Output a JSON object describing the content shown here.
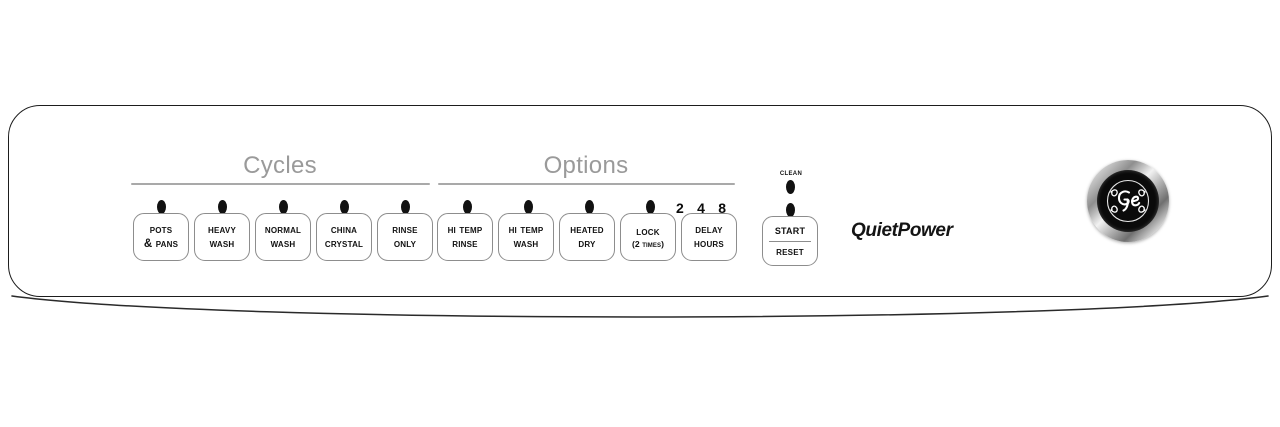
{
  "appliance": {
    "brand_badge": "ge-monogram",
    "wordmark": "QuietPower"
  },
  "sections": [
    {
      "id": "cycles",
      "label": "Cycles"
    },
    {
      "id": "options",
      "label": "Options"
    }
  ],
  "cycles": {
    "heading": "Cycles",
    "buttons": [
      {
        "id": "pots-pans",
        "line1": "Pots",
        "line2": "& Pans",
        "led": true
      },
      {
        "id": "heavy-wash",
        "line1": "Heavy",
        "line2": "Wash",
        "led": true
      },
      {
        "id": "normal-wash",
        "line1": "Normal",
        "line2": "Wash",
        "led": true
      },
      {
        "id": "china-crystal",
        "line1": "China",
        "line2": "Crystal",
        "led": true
      },
      {
        "id": "rinse-only",
        "line1": "Rinse",
        "line2": "Only",
        "led": true
      }
    ]
  },
  "options": {
    "heading": "Options",
    "buttons": [
      {
        "id": "hi-temp-rinse",
        "line1": "Hi Temp",
        "line2": "Rinse",
        "led": true,
        "small2": false
      },
      {
        "id": "hi-temp-wash",
        "line1": "Hi Temp",
        "line2": "Wash",
        "led": true,
        "small2": false
      },
      {
        "id": "heated-dry",
        "line1": "Heated",
        "line2": "Dry",
        "led": true,
        "small2": false
      },
      {
        "id": "lock",
        "line1": "Lock",
        "line2": "(2 Times)",
        "led": true,
        "small2": true
      },
      {
        "id": "delay-hours",
        "line1": "Delay",
        "line2": "Hours",
        "led": false,
        "small2": false
      }
    ],
    "delay_hours_marks": [
      "2",
      "4",
      "8"
    ]
  },
  "start": {
    "clean_label": "Clean",
    "clean_led": true,
    "start_led": true,
    "line1": "Start",
    "line2": "Reset"
  },
  "colors": {
    "panel_outline": "#1d1d1d",
    "key_outline": "#8d8d8d",
    "heading_gray": "#9a9a9a",
    "rule_gray": "#a9a9a9",
    "led_black": "#111111",
    "text_black": "#111111"
  }
}
